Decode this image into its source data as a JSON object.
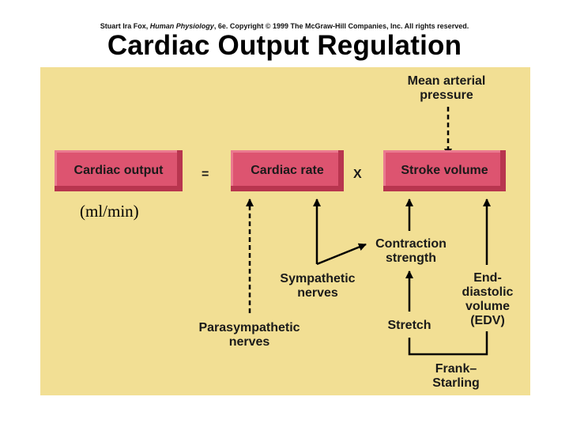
{
  "header": {
    "copyright_author": "Stuart Ira Fox, ",
    "copyright_book": "Human Physiology",
    "copyright_rest": ", 6e. Copyright © 1999 The McGraw-Hill Companies, Inc.  All rights reserved.",
    "title": "Cardiac Output Regulation"
  },
  "diagram": {
    "boxes": {
      "cardiac_output": "Cardiac output",
      "cardiac_rate": "Cardiac rate",
      "stroke_volume": "Stroke volume"
    },
    "operators": {
      "equals": "=",
      "times": "X"
    },
    "units": "(ml/min)",
    "factors": {
      "mean_arterial_pressure": [
        "Mean arterial",
        "pressure"
      ],
      "contraction_strength": [
        "Contraction",
        "strength"
      ],
      "sympathetic_nerves": [
        "Sympathetic",
        "nerves"
      ],
      "parasympathetic_nerves": [
        "Parasympathetic",
        "nerves"
      ],
      "stretch": "Stretch",
      "edv": [
        "End-",
        "diastolic",
        "volume",
        "(EDV)"
      ],
      "frank_starling": [
        "Frank–",
        "Starling"
      ]
    },
    "colors": {
      "background": "#f2df94",
      "box": "#dd5470",
      "line": "#000000"
    }
  }
}
